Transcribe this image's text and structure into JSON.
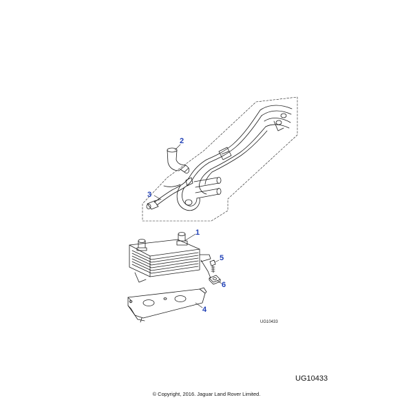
{
  "colors": {
    "line": "#1a1a1a",
    "callout": "#1f3fb5",
    "background": "#ffffff"
  },
  "callouts": [
    {
      "id": "1",
      "label": "1",
      "part": "oil-cooler"
    },
    {
      "id": "2",
      "label": "2",
      "part": "hose"
    },
    {
      "id": "3",
      "label": "3",
      "part": "cooler-pipe-assembly"
    },
    {
      "id": "4",
      "label": "4",
      "part": "bracket"
    },
    {
      "id": "5",
      "label": "5",
      "part": "bolt"
    },
    {
      "id": "6",
      "label": "6",
      "part": "nut"
    }
  ],
  "diagram_ref": "UG10433",
  "ref_code": "UG10433",
  "copyright": "© Copyright, 2016. Jaguar Land Rover Limited."
}
